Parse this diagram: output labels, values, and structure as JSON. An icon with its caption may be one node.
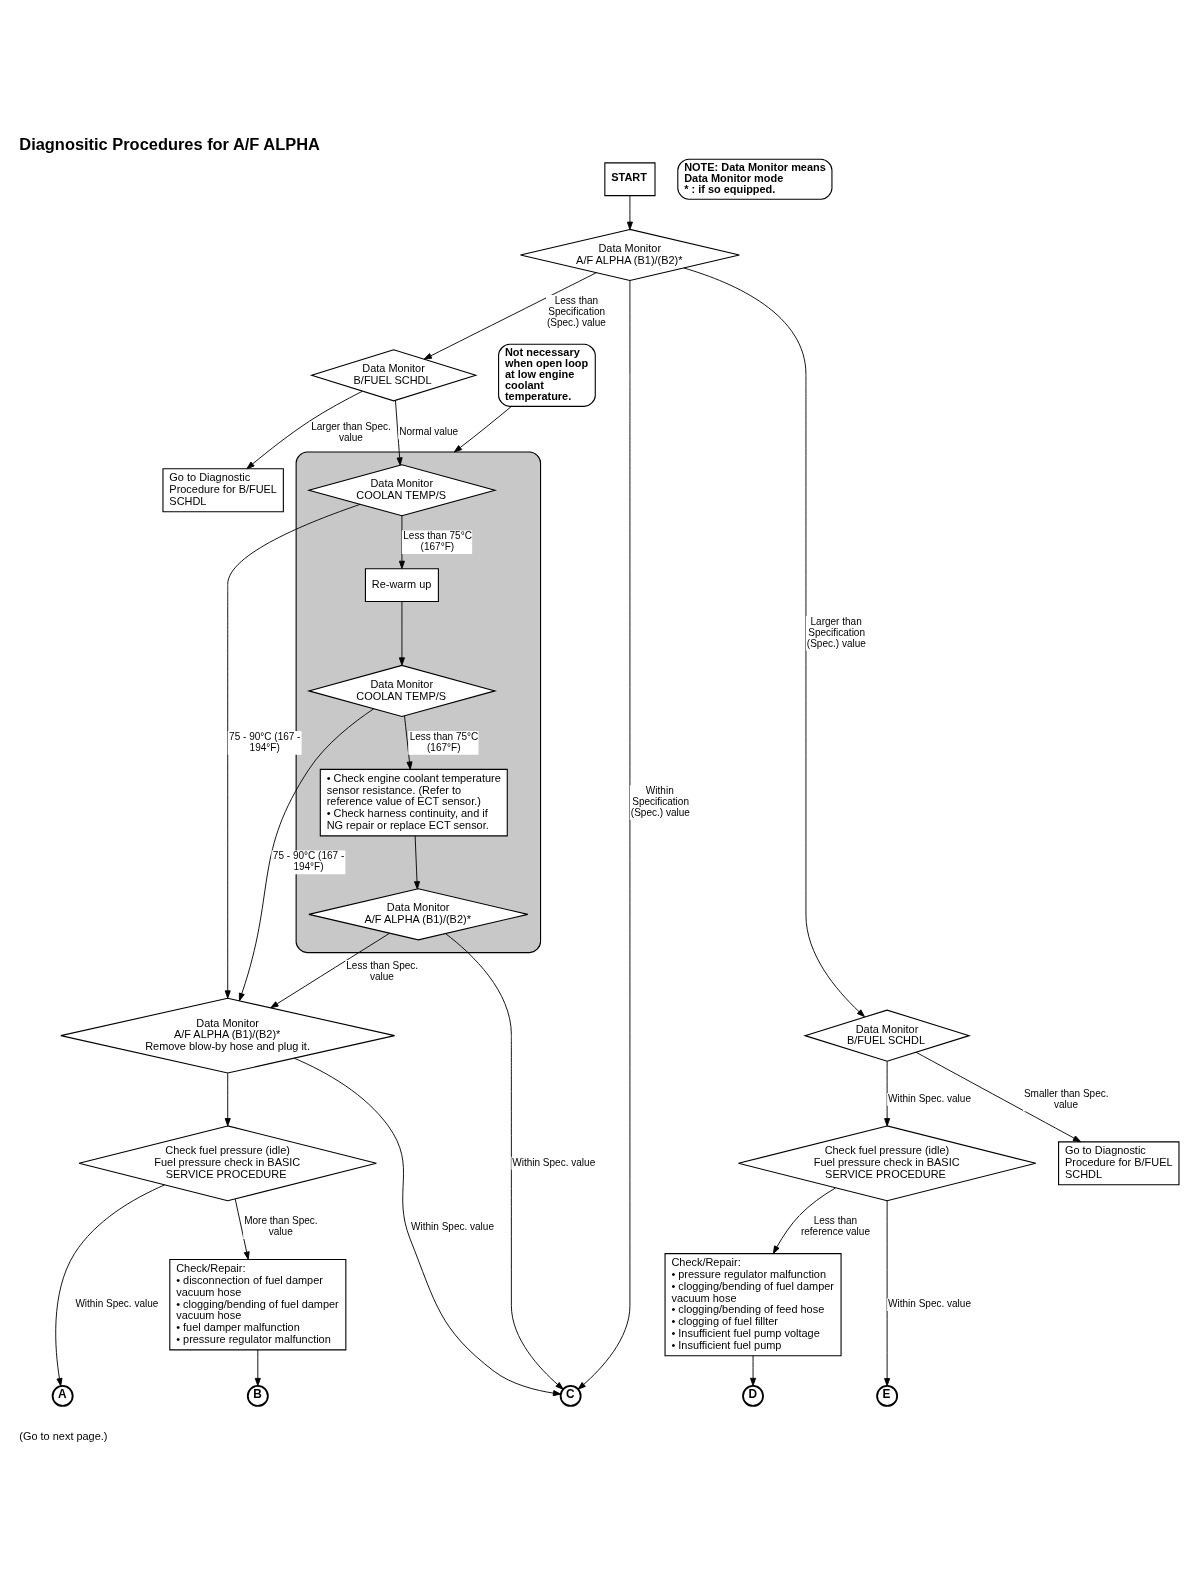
{
  "diagram": {
    "title": "Diagnositic Procedures for A/F ALPHA",
    "nodes": [
      {
        "text": [
          "START"
        ]
      },
      {
        "text": [
          "NOTE: Data Monitor means Data Monitor mode",
          "* : if so equipped."
        ]
      },
      {
        "text": [
          "Data Monitor A/F ALPHA (B1)/(B2)*"
        ]
      },
      {
        "text": [
          "Data Monitor B/FUEL SCHDL"
        ]
      },
      {
        "text": [
          "Data Monitor B/FUEL SCHDL"
        ]
      },
      {
        "text": [
          "Go to Diagnostic Procedure for B/FUEL SCHDL"
        ]
      },
      {
        "text": [
          "Go to Diagnostic Procedure for B/FUEL SCHDL"
        ]
      },
      {
        "text": [],
        "shape": "box"
      },
      {
        "text": [
          "Data Monitor COOLAN TEMP/S"
        ],
        "in": 7
      },
      {
        "text": [
          "Re-warm up"
        ],
        "in": 7
      },
      {
        "text": [
          "Data Monitor COOLAN TEMP/S"
        ],
        "in": 7
      },
      {
        "text": [
          "• Check engine coolant temperature sensor resistance. (Refer to reference value of ECT sensor.)",
          "• Check harness continuity, and if NG repair or replace ECT sensor."
        ],
        "in": 7
      },
      {
        "text": [
          "Data Monitor A/F ALPHA (B1)/(B2)*"
        ],
        "in": 7
      },
      {
        "text": [
          "Not necessary when open loop at low engine coolant temperature."
        ]
      },
      {
        "text": [
          "Data Monitor A/F ALPHA (B1)/(B2)* Remove blow-by hose and plug it."
        ]
      },
      {
        "text": [
          "Check fuel pressure (idle)",
          "Fuel pressure check in BASIC SERVICE PROCEDURE"
        ]
      },
      {
        "text": [
          "Check fuel pressure (idle)",
          "Fuel pressure check in BASIC SERVICE PROCEDURE"
        ]
      },
      {
        "text": [
          "Check/Repair:",
          "• pressure regulator malfunction",
          "• clogging/bending of fuel damper vacuum hose",
          "• clogging/bending of feed hose",
          "• clogging of fuel fillter",
          "• Insufficient fuel pump voltage",
          "• Insufficient fuel pump"
        ]
      },
      {
        "text": [
          "Check/Repair:",
          "• disconnection of fuel damper vacuum hose",
          "• clogging/bending of fuel damper vacuum hose",
          "• fuel damper malfunction",
          "• pressure regulator malfunction"
        ]
      },
      {
        "text": [
          "A"
        ]
      },
      {
        "text": [
          "B"
        ]
      },
      {
        "text": [
          "C"
        ]
      },
      {
        "text": [
          "D"
        ]
      },
      {
        "text": [
          "E"
        ]
      }
    ],
    "edges": [
      {
        "from": 0,
        "to": 2,
        "arrow": "to"
      },
      {
        "from": 2,
        "to": 3,
        "arrow": "to",
        "label": "Less than Specification (Spec.) value"
      },
      {
        "from": 2,
        "to": 21,
        "arrow": "to",
        "label": "Within Specification (Spec.) value"
      },
      {
        "from": 2,
        "to": 4,
        "arrow": "to",
        "label": "Larger than Specification (Spec.) value"
      },
      {
        "from": 3,
        "to": 5,
        "arrow": "to",
        "label": "Larger than Spec. value"
      },
      {
        "from": 3,
        "to": 8,
        "arrow": "to",
        "label": "Normal value"
      },
      {
        "from": 4,
        "to": 15,
        "arrow": "to",
        "label": "Within Spec. value"
      },
      {
        "from": 4,
        "to": 6,
        "arrow": "to",
        "label": "Smaller than Spec. value"
      },
      {
        "from": 8,
        "to": 14,
        "arrow": "to",
        "label": "75 - 90°C (167 - 194°F)"
      },
      {
        "from": 8,
        "to": 9,
        "arrow": "to",
        "label": "Less than 75°C (167°F)"
      },
      {
        "from": 9,
        "to": 10,
        "arrow": "to"
      },
      {
        "from": 10,
        "to": 14,
        "arrow": "to",
        "label": "75 - 90°C (167 - 194°F)"
      },
      {
        "from": 10,
        "to": 11,
        "arrow": "to",
        "label": "Less than 75°C (167°F)"
      },
      {
        "from": 11,
        "to": 12,
        "arrow": "to"
      },
      {
        "from": 12,
        "to": 14,
        "arrow": "to",
        "label": "Less than Spec. value"
      },
      {
        "from": 12,
        "to": 21,
        "arrow": "to",
        "label": "Within Spec. value"
      },
      {
        "from": 13,
        "to": 7,
        "arrow": "to"
      },
      {
        "from": 14,
        "to": 16,
        "arrow": "to"
      },
      {
        "from": 14,
        "to": 21,
        "arrow": "to",
        "label": "Within Spec. value"
      },
      {
        "from": 15,
        "to": 23,
        "arrow": "to",
        "label": "Within Spec. value"
      },
      {
        "from": 15,
        "to": 17,
        "arrow": "to",
        "label": "Less than reference value"
      },
      {
        "from": 16,
        "to": 18,
        "arrow": "to",
        "label": "More than Spec. value"
      },
      {
        "from": 16,
        "to": 19,
        "arrow": "to",
        "label": "Within Spec. value"
      },
      {
        "from": 18,
        "to": 20,
        "arrow": "to"
      },
      {
        "from": 17,
        "to": 22,
        "arrow": "to"
      }
    ],
    "labels": [
      "(Go to next page.)"
    ]
  }
}
